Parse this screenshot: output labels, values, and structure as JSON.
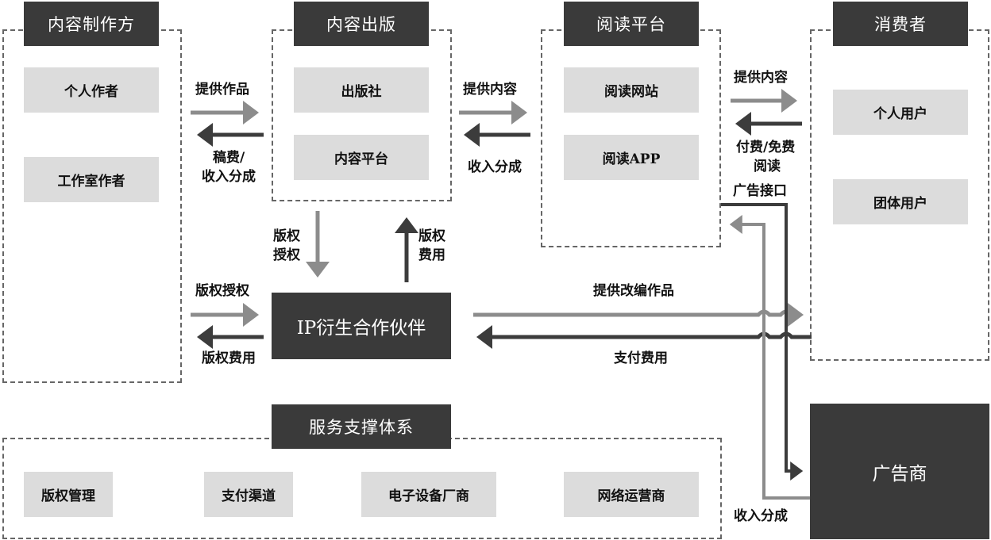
{
  "groups": {
    "producers": {
      "title": "内容制作方",
      "items": [
        "个人作者",
        "工作室作者"
      ]
    },
    "publishing": {
      "title": "内容出版",
      "items": [
        "出版社",
        "内容平台"
      ]
    },
    "reading": {
      "title": "阅读平台",
      "items": [
        "阅读网站",
        "阅读APP"
      ]
    },
    "consumers": {
      "title": "消费者",
      "items": [
        "个人用户",
        "团体用户"
      ]
    },
    "services": {
      "title": "服务支撑体系",
      "items": [
        "版权管理",
        "支付渠道",
        "电子设备厂商",
        "网络运营商"
      ]
    }
  },
  "nodes": {
    "ip_partner": "IP衍生合作伙伴",
    "advertiser": "广告商"
  },
  "flows": {
    "provide_works": "提供作品",
    "manuscript_fee": "稿费/",
    "revenue_share_1": "收入分成",
    "provide_content_1": "提供内容",
    "revenue_share_2": "收入分成",
    "provide_content_2": "提供内容",
    "paid_free_1": "付费/免费",
    "paid_free_2": "阅读",
    "ad_interface": "广告接口",
    "copyright_license_v1": "版权",
    "copyright_license_v2": "授权",
    "copyright_fee_v1": "版权",
    "copyright_fee_v2": "费用",
    "copyright_license": "版权授权",
    "copyright_fee": "版权费用",
    "provide_adapted_works": "提供改编作品",
    "pay_fee": "支付费用",
    "revenue_share_ad": "收入分成"
  },
  "colors": {
    "dark_box": "#3a3a3a",
    "light_box": "#dcdcdc",
    "light_arrow": "#8c8c8c",
    "dark_arrow": "#3c3c3c",
    "dashed_border": "#666666"
  }
}
